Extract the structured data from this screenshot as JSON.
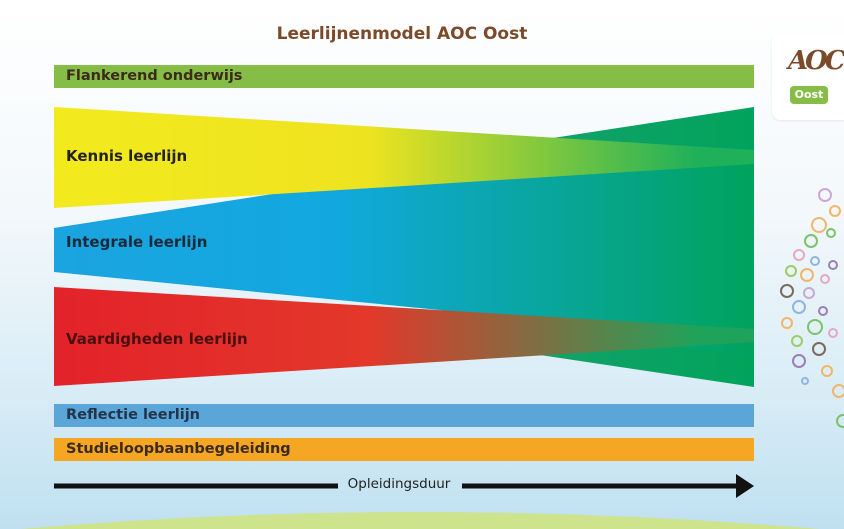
{
  "title": "Leerlijnenmodel AOC Oost",
  "bars": {
    "top": "Flankerend onderwijs",
    "reflectie": "Reflectie leerlijn",
    "studie": "Studieloopbaanbegeleiding"
  },
  "flows": {
    "kennis": "Kennis leerlijn",
    "integrale": "Integrale leerlijn",
    "vaardigheden": "Vaardigheden leerlijn"
  },
  "arrow_label": "Opleidingsduur",
  "logo": {
    "main": "AOC",
    "sub": "Oost"
  },
  "colors": {
    "title": "#7a4a2b",
    "green": "#86bd46",
    "yellow": "#f3ea1e",
    "blue": "#1aa4e0",
    "red": "#e3222a",
    "teal": "#00a35c",
    "orange": "#f5a623",
    "reflectie": "#5aa6d9"
  }
}
